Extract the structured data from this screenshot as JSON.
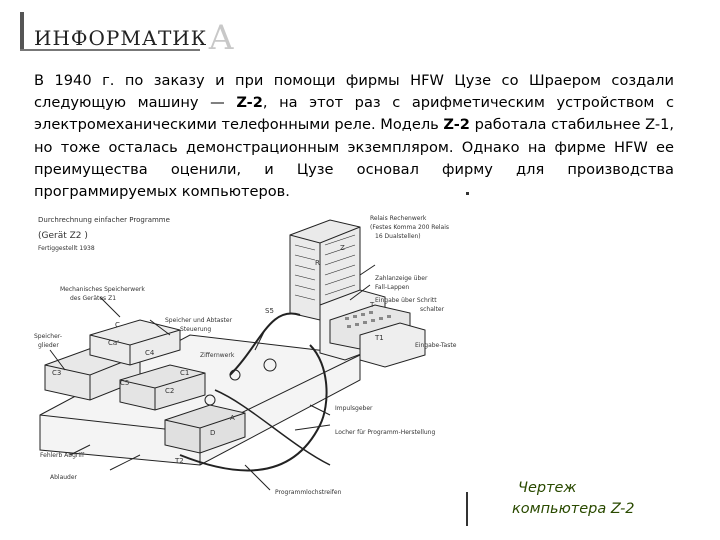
{
  "header": {
    "logo_main": "ИНФОРМАТИК",
    "logo_last": "А"
  },
  "text": {
    "p1": "В 1940 г. по заказу и при помощи фирмы HFW Цузе со Шраером создали следующую машину — ",
    "z2a": "Z-2",
    "p2": ", на этот раз с арифметическим устройством с электромеханическими телефонными реле. Модель ",
    "z2b": "Z-2",
    "p3": " работала стабильнее Z-1, но тоже осталась демонстрационным экземпляром. Однако на фирме HFW ее преимущества оценили, и Цузе основал фирму для производства программируемых компьютеров."
  },
  "caption": {
    "line1": "Чертеж",
    "line2": "компьютера Z-2"
  },
  "drawing_labels": {
    "title1": "Durchrechnung einfacher Programme",
    "title2": "(Gerät Z2 )",
    "title3": "Fertiggestellt 1938",
    "relais": "Relais Rechenwerk",
    "festes": "(Festes Komma 200 Relais",
    "dualst": "16 Dualstellen)",
    "zahlanz": "Zahlanzeige über",
    "fall": "Fall-Lappen",
    "eingabe": "Eingabe über Schritt",
    "schalter": "schalter",
    "speicher": "Mechanisches Speicherwerk",
    "geraet": "des Gerätes Z1",
    "steuer": "Speicher und Abtaster",
    "steuer2": "Steuerung",
    "glieder": "Speicher-",
    "glieder2": "glieder",
    "entwerk": "Ziffernwerk",
    "eingabe_t": "Eingabe-Taste",
    "impuls": "Impulsgeber",
    "locher": "Locher für Programm-Herstellung",
    "fehler": "Fehlerb Abgriff",
    "ablauf": "Ablauder",
    "programm": "Programmlochstreifen",
    "c": "C",
    "ca": "Ca'",
    "c4": "C4",
    "c3": "C3",
    "c5": "C5",
    "c1": "C1",
    "c2": "C2",
    "s5": "S5",
    "t": "T",
    "t1": "T1",
    "t2": "T2",
    "z": "Z",
    "r": "R",
    "a": "A",
    "d": "D"
  }
}
